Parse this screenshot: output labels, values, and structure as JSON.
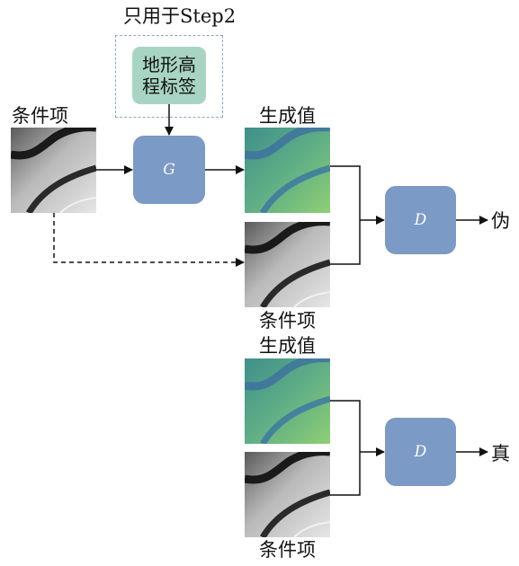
{
  "labels": {
    "step2_only": "只用于Step2",
    "condition_top": "条件项",
    "generated_top": "生成值",
    "condition_mid": "条件项",
    "generated_mid": "生成值",
    "condition_bottom": "条件项",
    "fake": "伪",
    "real": "真"
  },
  "terrain_label": {
    "line1": "地形高",
    "line2": "程标签"
  },
  "blocks": {
    "generator": "G",
    "discriminator_top": "D",
    "discriminator_bottom": "D"
  },
  "colors": {
    "block": "#7b9ac6",
    "terrain_box": "#a8d5c3",
    "dashed_border": "#8fa6c8"
  }
}
